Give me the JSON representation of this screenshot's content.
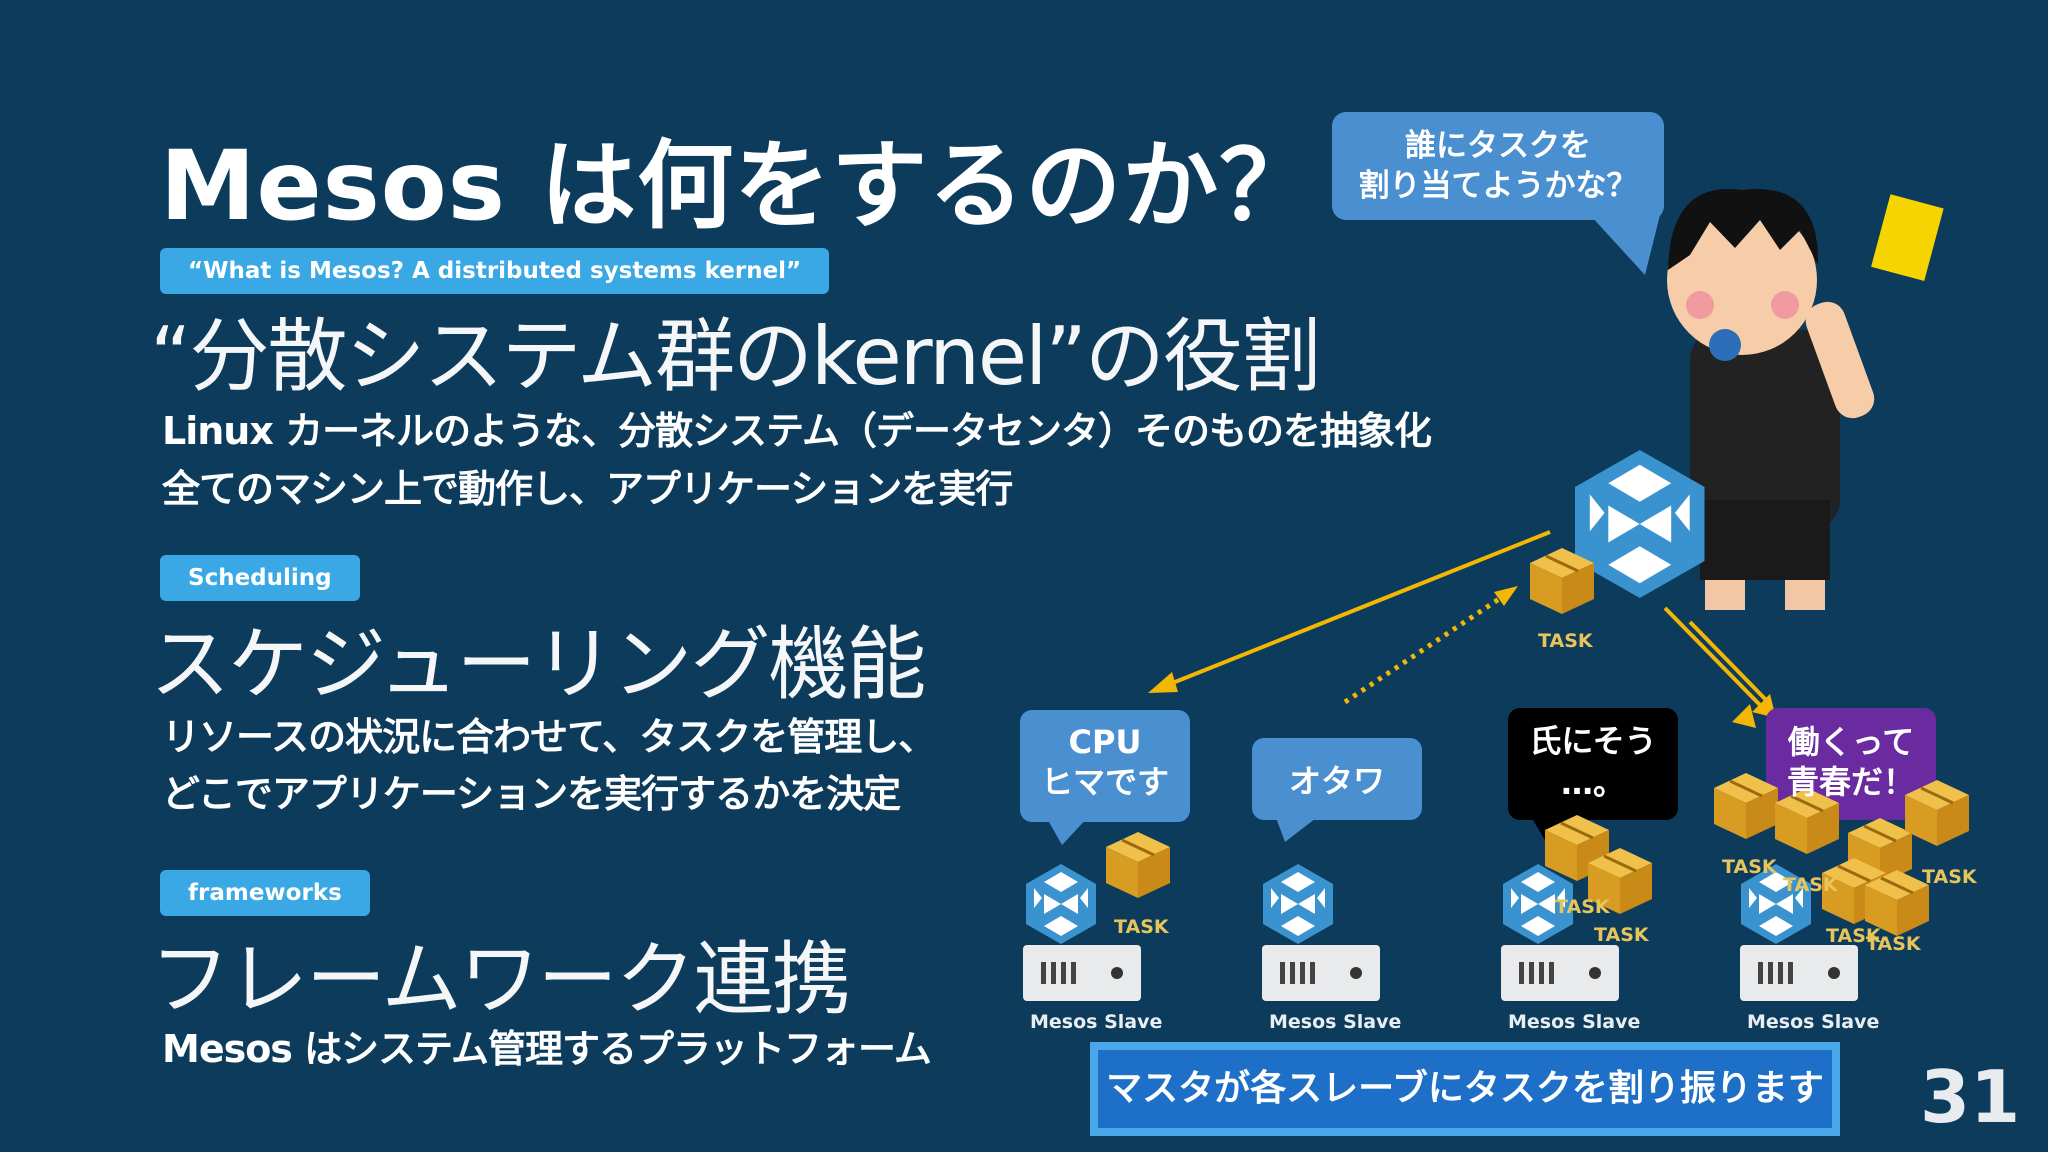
{
  "slide": {
    "title": "Mesos は何をするのか？",
    "page_number": "31"
  },
  "sections": [
    {
      "tag": "“What is Mesos? A distributed systems kernel”",
      "heading": "“分散システム群のkernel”の役割",
      "lines": [
        "Linux カーネルのような、分散システム（データセンタ）そのものを抽象化",
        "全てのマシン上で動作し、アプリケーションを実行"
      ]
    },
    {
      "tag": "Scheduling",
      "heading": "スケジューリング機能",
      "lines": [
        "リソースの状況に合わせて、タスクを管理し、",
        "どこでアプリケーションを実行するかを決定"
      ]
    },
    {
      "tag": "frameworks",
      "heading": "フレームワーク連携",
      "lines": [
        "Mesos はシステム管理するプラットフォーム"
      ]
    }
  ],
  "illustration": {
    "referee_bubble": [
      "誰にタスクを",
      "割り当てようかな？"
    ],
    "master_task_label": "TASK",
    "slaves": [
      {
        "bubble": [
          "CPU",
          "ヒマです"
        ],
        "server_label": "Mesos Slave",
        "task_labels": [
          "TASK"
        ]
      },
      {
        "bubble": [
          "オタワ"
        ],
        "server_label": "Mesos Slave",
        "task_labels": []
      },
      {
        "bubble": [
          "氏にそう",
          "…。"
        ],
        "server_label": "Mesos Slave",
        "task_labels": [
          "TASK",
          "TASK"
        ]
      },
      {
        "bubble": [
          "働くって",
          "青春だ！"
        ],
        "server_label": "Mesos Slave",
        "task_labels": [
          "TASK",
          "TASK",
          "TASK",
          "TASK",
          "TASK"
        ]
      }
    ],
    "caption": "マスタが各スレーブにタスクを割り振ります",
    "colors": {
      "background": "#0d3b5c",
      "pill": "#3aa8e4",
      "bubble_blue": "#4a8fd0",
      "bubble_black": "#000000",
      "bubble_purple": "#6a2aa0",
      "arrow": "#f2b705",
      "task_box": "#e0a82e",
      "caption_bg": "#1e6fc8"
    },
    "icons": [
      "referee-person-icon",
      "yellow-card-icon",
      "whistle-icon",
      "mesos-logo-icon",
      "task-box-icon",
      "server-icon"
    ]
  }
}
